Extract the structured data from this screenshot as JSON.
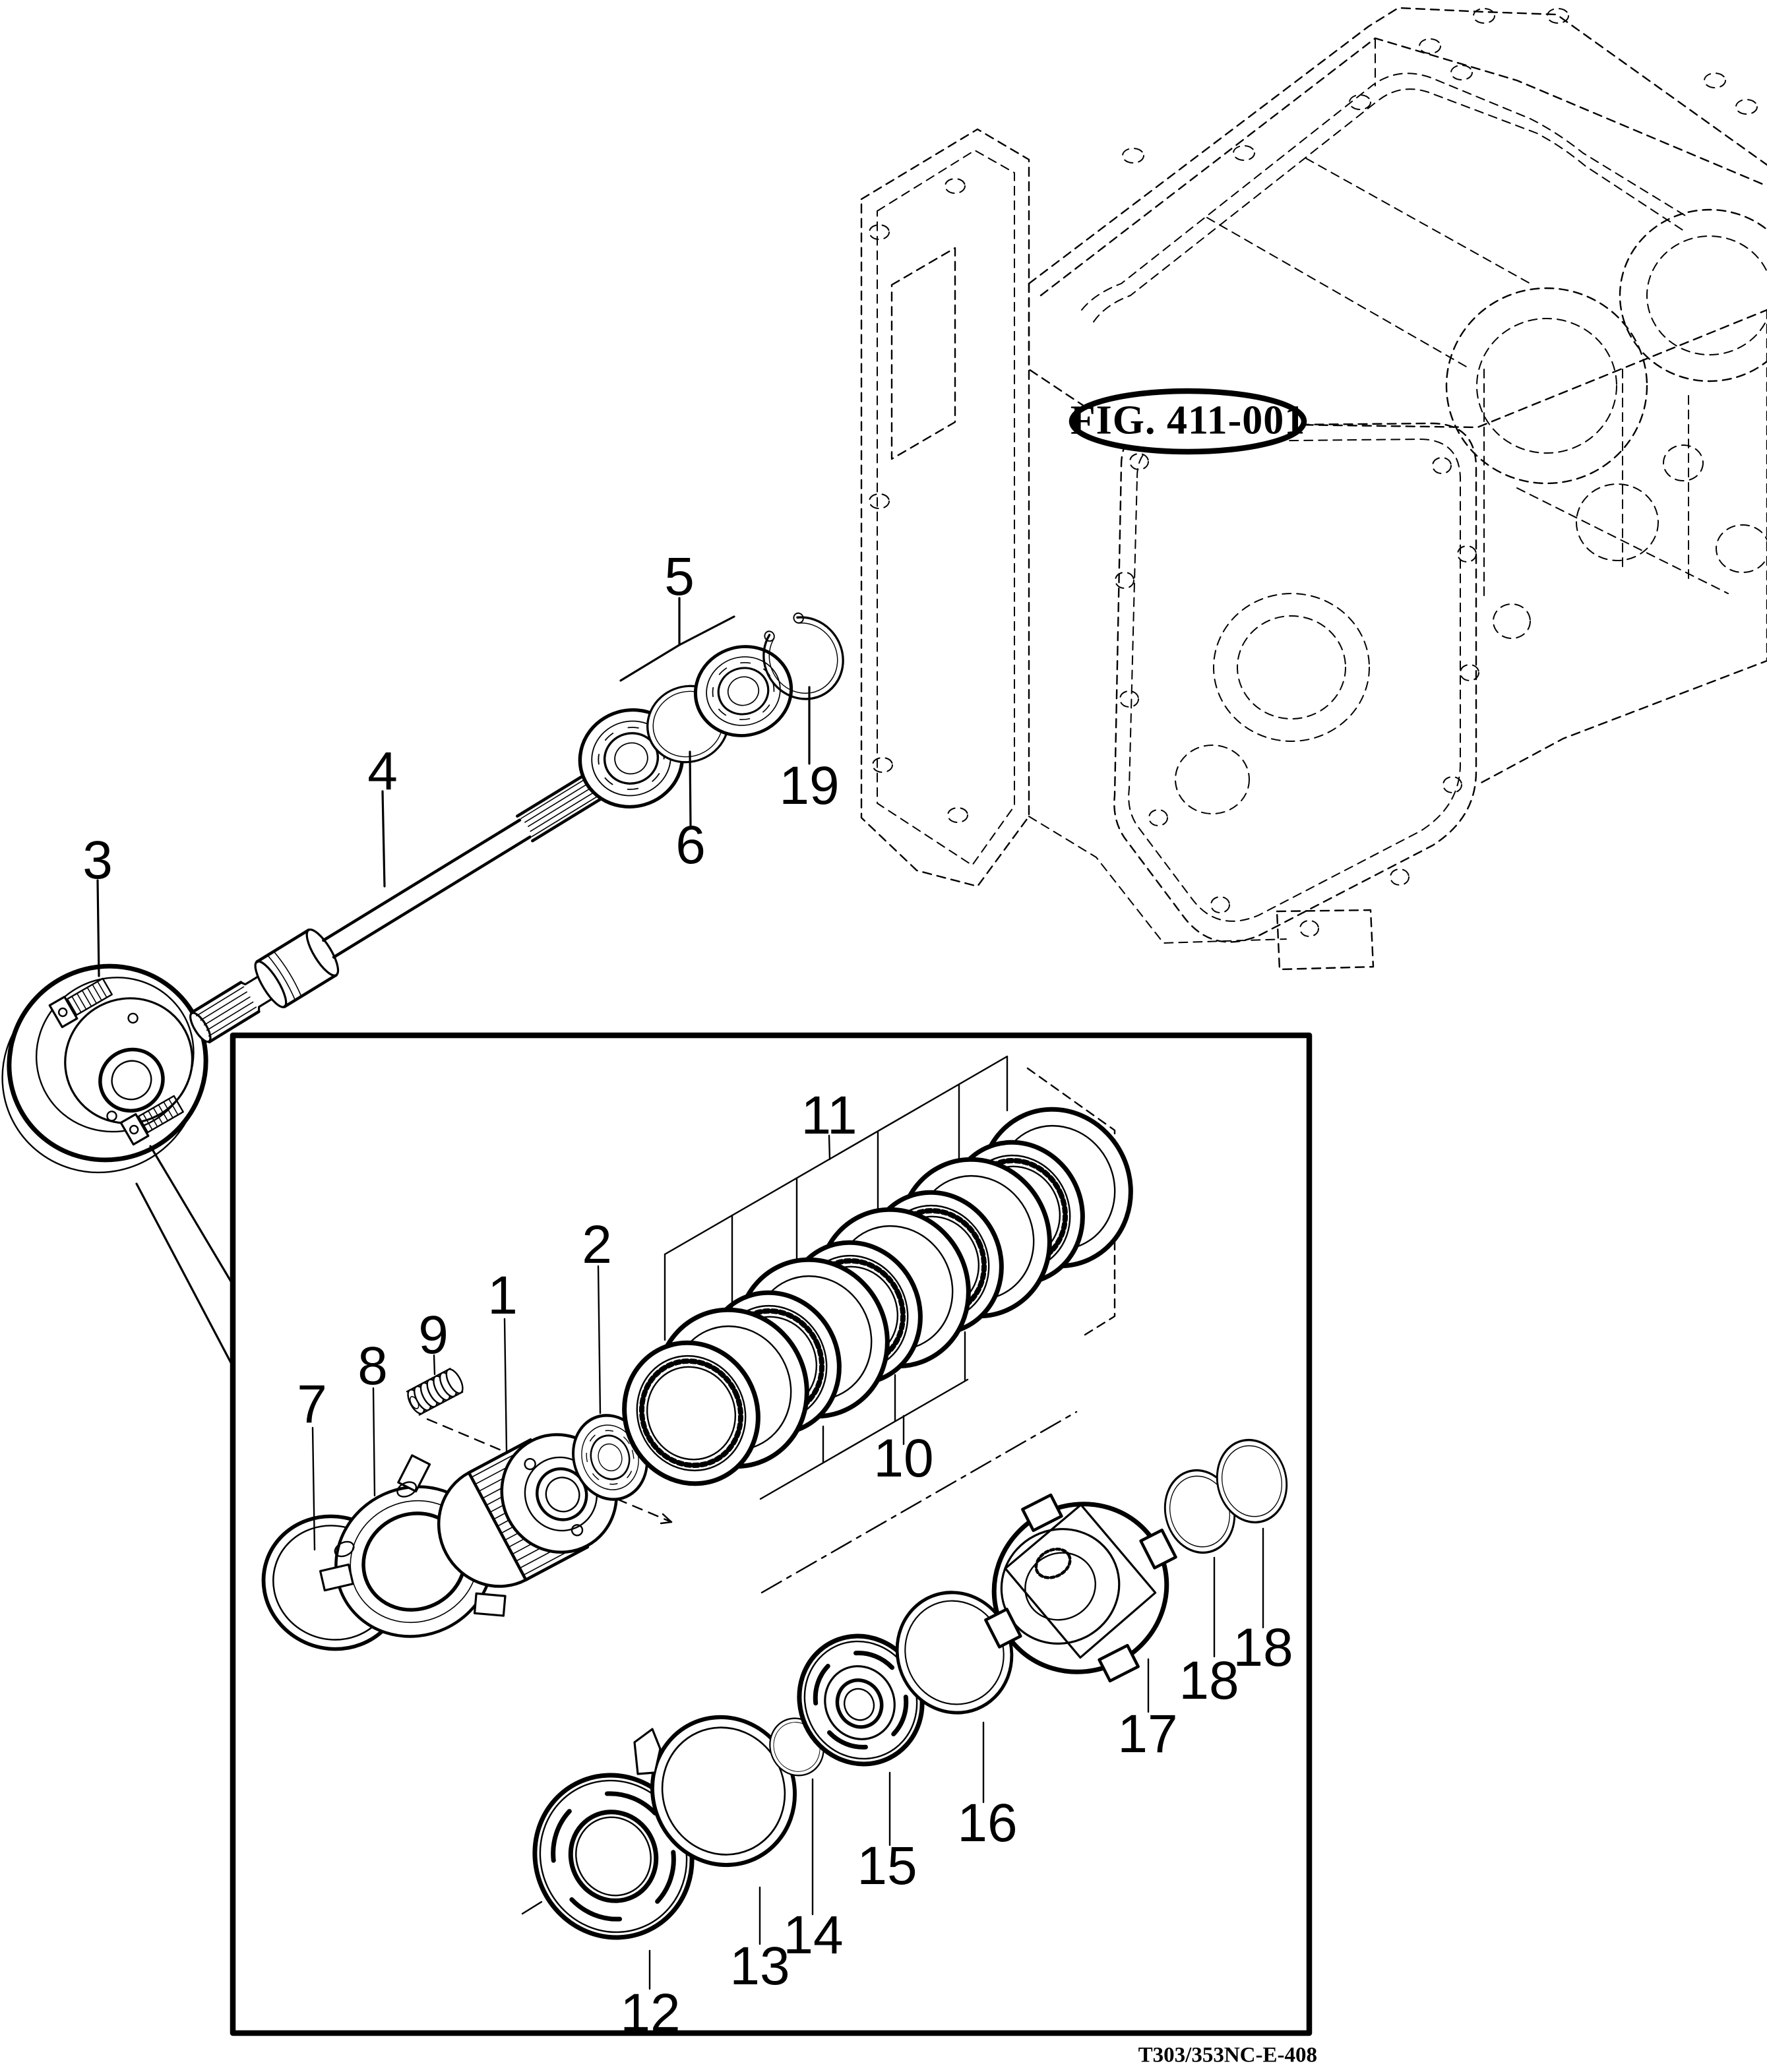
{
  "figure": {
    "fig_label": "FIG. 411-001",
    "doc_code": "T303/353NC-E-408"
  },
  "style": {
    "background_color": "#ffffff",
    "line_color": "#000000"
  },
  "callouts": [
    {
      "text": "1"
    },
    {
      "text": "2"
    },
    {
      "text": "3"
    },
    {
      "text": "4"
    },
    {
      "text": "5"
    },
    {
      "text": "6"
    },
    {
      "text": "7"
    },
    {
      "text": "8"
    },
    {
      "text": "9"
    },
    {
      "text": "10"
    },
    {
      "text": "11"
    },
    {
      "text": "12"
    },
    {
      "text": "13"
    },
    {
      "text": "14"
    },
    {
      "text": "15"
    },
    {
      "text": "16"
    },
    {
      "text": "17"
    },
    {
      "text": "18"
    },
    {
      "text": "18"
    },
    {
      "text": "19"
    }
  ]
}
